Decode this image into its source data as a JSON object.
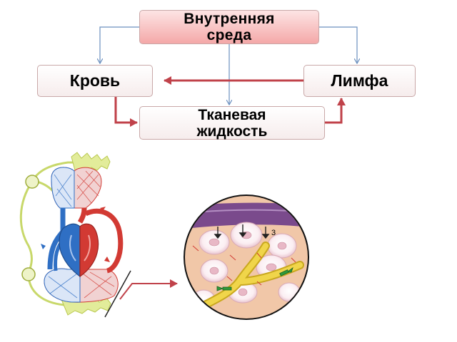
{
  "diagram": {
    "top_box": {
      "line1": "Внутренняя",
      "line2": "среда"
    },
    "blood_box": {
      "label": "Кровь"
    },
    "lymph_box": {
      "label": "Лимфа"
    },
    "tissue_box": {
      "line1": "Тканевая",
      "line2": "жидкость"
    },
    "tissue_label_number": "3"
  },
  "colors": {
    "thin_arrow": "#6b8fbf",
    "red_arrow": "#c0424a",
    "top_box_fill": "#f4a8a8",
    "box_border": "#c9a8a8",
    "blood_red": "#d23a33",
    "blood_blue": "#2f6fc4",
    "lymph_green": "#c8d86a",
    "cell_yellow": "#f0d54a",
    "membrane_purple": "#7a4a8c",
    "tissue_bg": "#f1c7a8"
  }
}
